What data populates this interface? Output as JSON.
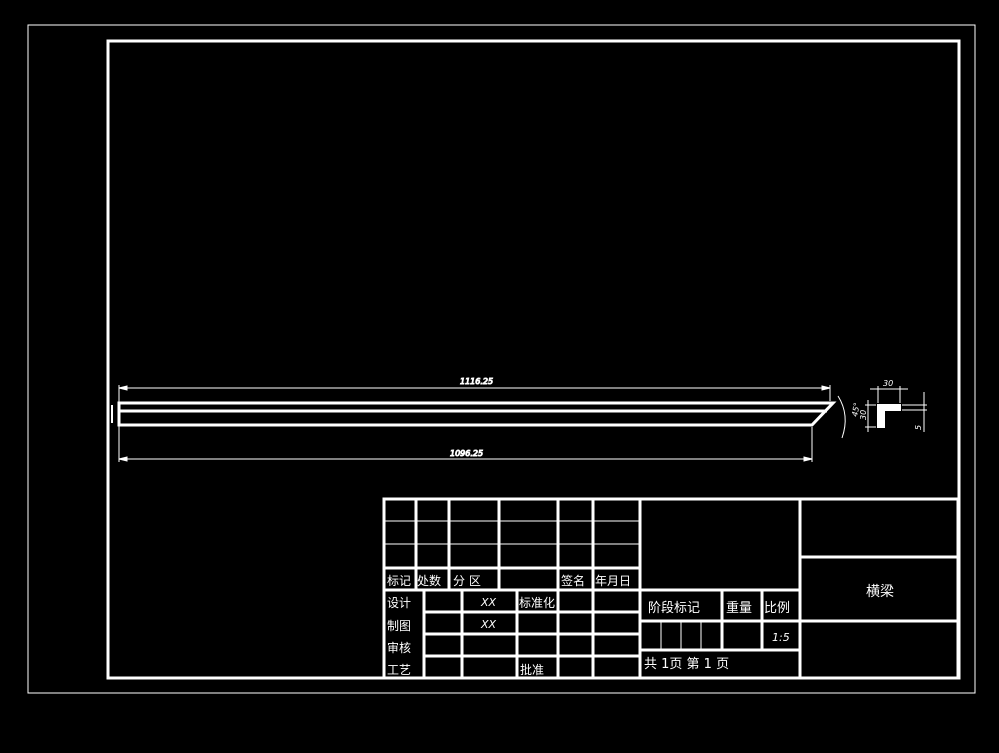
{
  "drawing": {
    "dimensions": {
      "overall_length": "1116.25",
      "inner_length": "1096.25",
      "bevel_angle": "45°",
      "profile_width": "30",
      "profile_height": "30",
      "profile_thickness": "5"
    }
  },
  "title_block": {
    "headers": {
      "mark": "标记",
      "count": "处数",
      "zone": "分 区",
      "signature": "签名",
      "date": "年月日"
    },
    "rows": {
      "design": "设计",
      "drafting": "制图",
      "review": "审核",
      "process": "工艺",
      "standardization": "标准化",
      "approval": "批准"
    },
    "design_name": "XX",
    "drafting_name": "XX",
    "stage_mark": "阶段标记",
    "weight": "重量",
    "scale_label": "比例",
    "scale_value": "1:5",
    "sheets": "共 1页 第 1 页",
    "part_name": "横梁"
  }
}
